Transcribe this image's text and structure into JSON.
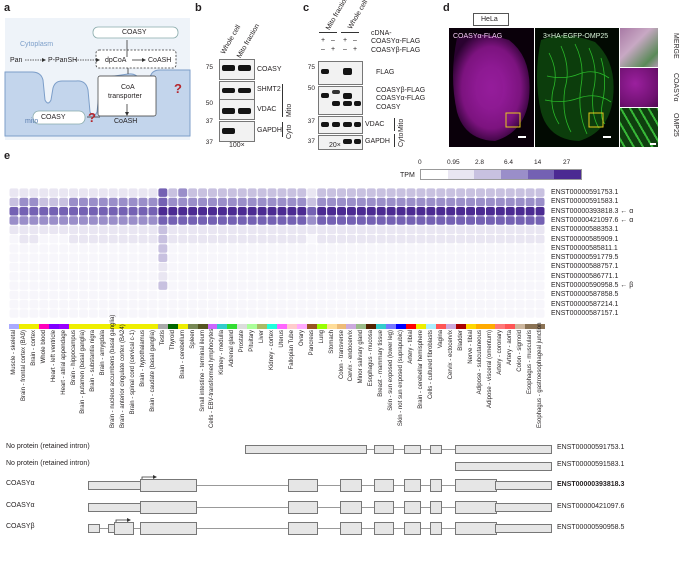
{
  "panels": {
    "a": "a",
    "b": "b",
    "c": "c",
    "d": "d",
    "e": "e"
  },
  "panel_a": {
    "cytoplasm": "Cytoplasm",
    "mito": "mito",
    "coasy_top": "COASY",
    "pan": "Pan",
    "ppansh": "P-PanSH",
    "dpcoa": "dpCoA",
    "coash_top": "CoASH",
    "transporter": "CoA\ntransporter",
    "coa_transporter_1": "CoA",
    "coa_transporter_2": "transporter",
    "coasy_mito": "COASY",
    "coash_mito": "CoASH",
    "q1": "?",
    "q2": "?"
  },
  "panel_b": {
    "lanes": [
      "Whole cell",
      "Mito fraction"
    ],
    "markers": [
      "75",
      "50",
      "37",
      "37"
    ],
    "proteins": [
      "COASY",
      "SHMT2",
      "VDAC",
      "GAPDH"
    ],
    "groups": {
      "mito": "Mito",
      "cyto": "Cyto"
    },
    "scale": "100×"
  },
  "panel_c": {
    "lanes": [
      "Mito fraction",
      "Whole cell"
    ],
    "cdna_label": "cDNA-",
    "row1_label": "COASYα-FLAG",
    "row2_label": "COASYβ-FLAG",
    "row1_signs": [
      "+",
      "–",
      "+",
      "–"
    ],
    "row2_signs": [
      "–",
      "+",
      "–",
      "+"
    ],
    "markers": [
      "75",
      "50",
      "37",
      "37"
    ],
    "proteins": [
      "FLAG",
      "COASYβ-FLAG",
      "COASYα-FLAG",
      "COASY",
      "VDAC",
      "GAPDH"
    ],
    "groups": {
      "mito": "Mito",
      "cyto": "Cyto"
    },
    "scale": "20×"
  },
  "panel_d": {
    "cell_line": "HeLa",
    "left_label": "COASYα-FLAG",
    "right_label": "3×HA-EGFP-OMP25",
    "side_labels": [
      "MERGE",
      "COASYα",
      "OMP25"
    ]
  },
  "panel_e": {
    "tpm_label": "TPM",
    "tpm_ticks": [
      "0",
      "0.95",
      "2.8",
      "6.4",
      "14",
      "27"
    ],
    "tpm_colors": [
      "#ffffff",
      "#e9e6f2",
      "#c8c1e0",
      "#9a8ec9",
      "#7461b3",
      "#4b2a92"
    ],
    "transcripts": [
      "ENST00000591753.1",
      "ENST00000591583.1",
      "ENST00000393818.3",
      "ENST00000421097.6",
      "ENST00000588353.1",
      "ENST00000585909.1",
      "ENST00000585811.1",
      "ENST00000591779.5",
      "ENST00000588757.1",
      "ENST00000586771.1",
      "ENST00000590958.5",
      "ENST00000587858.5",
      "ENST00000587214.1",
      "ENST00000587157.1"
    ],
    "transcript_marks": {
      "2": "α",
      "3": "α",
      "10": "β"
    },
    "tissues": [
      "Muscle - skeletal",
      "Brain - frontal cortex (BA9)",
      "Brain - cortex",
      "Whole blood",
      "Heart - left ventricle",
      "Heart - atrial appendage",
      "Brain - hippocampus",
      "Brain - putamen (basal ganglia)",
      "Brain - substantia nigra",
      "Brain - amygdala",
      "Brain - nucleus accumbens (basal ganglia)",
      "Brain - anterior cingulate cortex (BA24)",
      "Brain - spinal cord (cervical c-1)",
      "Brain - hypothalamus",
      "Brain - caudate (basal ganglia)",
      "Testis",
      "Thyroid",
      "Brain - cerebellum",
      "Spleen",
      "Small intestine - terminal ileum",
      "Cells - EBV-transformed lymphocytes",
      "Kidney - medulla",
      "Adrenal gland",
      "Prostate",
      "Pituitary",
      "Liver",
      "Kidney - cortex",
      "Uterus",
      "Fallopian Tube",
      "Ovary",
      "Pancreas",
      "Lung",
      "Stomach",
      "Colon - transverse",
      "Cervix - endocervix",
      "Minor salivary gland",
      "Esophagus - mucosa",
      "Breast - mammary tissue",
      "Skin - sun exposed (lower leg)",
      "Skin - not sun exposed (suprapubic)",
      "Artery - tibial",
      "Brain - cerebellar hemisphere",
      "Cells - cultured fibroblasts",
      "Vagina",
      "Cervix - ectocervix",
      "Bladder",
      "Nerve - tibial",
      "Adipose - subcutaneous",
      "Adipose - visceral (omentum)",
      "Artery - coronary",
      "Artery - aorta",
      "Colon - sigmoid",
      "Esophagus - muscularis",
      "Esophagus - gastroesophageal junction"
    ],
    "tissue_colors": [
      "#aaaaff",
      "#eeee00",
      "#eeee00",
      "#ff00bb",
      "#7f00ff",
      "#9900ff",
      "#eeee00",
      "#eeee00",
      "#eeee00",
      "#eeee00",
      "#eeee00",
      "#eeee00",
      "#eeee00",
      "#eeee00",
      "#eeee00",
      "#aaaaaa",
      "#006600",
      "#eeee00",
      "#778855",
      "#555522",
      "#cc66ff",
      "#33cccc",
      "#33dd33",
      "#dddddd",
      "#aaff99",
      "#aabb66",
      "#22ffdd",
      "#ff66ff",
      "#ffcccc",
      "#ffaaff",
      "#995522",
      "#99ff00",
      "#ffdd99",
      "#eebb77",
      "#ccaadd",
      "#99bb88",
      "#552200",
      "#33cccc",
      "#7777ff",
      "#0000ff",
      "#ff0000",
      "#eeee00",
      "#aaeeff",
      "#ff5555",
      "#ccaadd",
      "#aa0000",
      "#ffd700",
      "#ffaa00",
      "#ffaa00",
      "#ff7777",
      "#ff5555",
      "#cdb79e",
      "#8b7355",
      "#8b7355"
    ]
  },
  "chart_data": {
    "type": "heatmap",
    "title": "",
    "rows": [
      "ENST00000591753.1",
      "ENST00000591583.1",
      "ENST00000393818.3",
      "ENST00000421097.6",
      "ENST00000588353.1",
      "ENST00000585909.1",
      "ENST00000585811.1",
      "ENST00000591779.5",
      "ENST00000588757.1",
      "ENST00000586771.1",
      "ENST00000590958.5",
      "ENST00000587858.5",
      "ENST00000587214.1",
      "ENST00000587157.1"
    ],
    "colorbar_label": "TPM",
    "colorbar_ticks": [
      0,
      0.95,
      2.8,
      6.4,
      14,
      27
    ],
    "row_levels": [
      [
        1,
        1,
        1,
        1,
        1,
        1,
        1,
        1,
        1,
        1,
        1,
        1,
        1,
        1,
        1,
        4,
        2,
        3,
        2,
        2,
        2,
        2,
        2,
        2,
        2,
        2,
        2,
        2,
        2,
        2,
        1,
        2,
        2,
        2,
        2,
        2,
        2,
        2,
        2,
        2,
        2,
        2,
        2,
        2,
        2,
        2,
        2,
        2,
        2,
        2,
        2,
        2,
        2,
        2
      ],
      [
        2,
        3,
        3,
        2,
        2,
        2,
        3,
        3,
        3,
        3,
        3,
        3,
        3,
        3,
        3,
        4,
        3,
        3,
        3,
        3,
        3,
        3,
        3,
        3,
        3,
        3,
        3,
        3,
        3,
        3,
        2,
        3,
        3,
        3,
        3,
        3,
        3,
        3,
        3,
        3,
        3,
        3,
        3,
        3,
        3,
        3,
        3,
        3,
        3,
        3,
        3,
        3,
        3,
        3
      ],
      [
        4,
        4,
        4,
        4,
        4,
        4,
        4,
        4,
        4,
        4,
        4,
        4,
        4,
        4,
        4,
        5,
        5,
        5,
        5,
        5,
        5,
        5,
        5,
        5,
        5,
        5,
        5,
        5,
        5,
        5,
        4,
        5,
        5,
        5,
        5,
        5,
        5,
        5,
        5,
        5,
        5,
        5,
        5,
        5,
        5,
        5,
        5,
        5,
        5,
        5,
        5,
        5,
        5,
        5
      ],
      [
        3,
        3,
        3,
        3,
        3,
        3,
        3,
        3,
        3,
        3,
        3,
        3,
        3,
        3,
        3,
        4,
        4,
        4,
        4,
        4,
        4,
        4,
        4,
        4,
        4,
        4,
        4,
        4,
        4,
        4,
        3,
        4,
        4,
        4,
        4,
        4,
        4,
        4,
        4,
        4,
        4,
        4,
        4,
        4,
        4,
        4,
        4,
        4,
        4,
        4,
        4,
        4,
        4,
        4
      ],
      [
        1,
        1,
        1,
        1,
        1,
        1,
        1,
        1,
        1,
        1,
        1,
        1,
        1,
        1,
        1,
        2,
        1,
        1,
        1,
        1,
        1,
        1,
        1,
        1,
        1,
        1,
        1,
        1,
        1,
        1,
        1,
        1,
        1,
        1,
        1,
        1,
        1,
        1,
        1,
        1,
        1,
        1,
        1,
        1,
        1,
        1,
        1,
        1,
        1,
        1,
        1,
        1,
        1,
        1
      ],
      [
        0,
        1,
        1,
        0,
        0,
        0,
        1,
        1,
        1,
        1,
        1,
        1,
        1,
        1,
        1,
        2,
        1,
        1,
        1,
        1,
        1,
        1,
        1,
        1,
        1,
        1,
        1,
        1,
        1,
        1,
        0,
        1,
        1,
        1,
        1,
        1,
        1,
        1,
        1,
        1,
        1,
        1,
        1,
        1,
        1,
        1,
        1,
        1,
        1,
        1,
        1,
        1,
        1,
        1
      ],
      [
        0,
        0,
        0,
        0,
        0,
        0,
        0,
        0,
        0,
        0,
        0,
        0,
        0,
        0,
        0,
        2,
        0,
        0,
        0,
        0,
        0,
        0,
        0,
        0,
        0,
        0,
        0,
        0,
        0,
        0,
        0,
        0,
        0,
        0,
        0,
        0,
        0,
        0,
        0,
        0,
        0,
        0,
        0,
        0,
        0,
        0,
        0,
        0,
        0,
        0,
        0,
        0,
        0,
        0
      ],
      [
        0,
        0,
        0,
        0,
        0,
        0,
        0,
        0,
        0,
        0,
        0,
        0,
        0,
        0,
        0,
        2,
        0,
        0,
        0,
        0,
        0,
        0,
        0,
        0,
        0,
        0,
        0,
        0,
        0,
        0,
        0,
        0,
        0,
        0,
        0,
        0,
        0,
        0,
        0,
        0,
        0,
        0,
        0,
        0,
        0,
        0,
        0,
        0,
        0,
        0,
        0,
        0,
        0,
        0
      ],
      [
        0,
        0,
        0,
        0,
        0,
        0,
        0,
        0,
        0,
        0,
        0,
        0,
        0,
        0,
        0,
        1,
        0,
        0,
        0,
        0,
        0,
        0,
        0,
        0,
        0,
        0,
        0,
        0,
        0,
        0,
        0,
        0,
        0,
        0,
        0,
        0,
        0,
        0,
        0,
        0,
        0,
        0,
        0,
        0,
        0,
        0,
        0,
        0,
        0,
        0,
        0,
        0,
        0,
        0
      ],
      [
        0,
        0,
        0,
        0,
        0,
        0,
        0,
        0,
        0,
        0,
        0,
        0,
        0,
        0,
        0,
        1,
        0,
        0,
        0,
        0,
        0,
        0,
        0,
        0,
        0,
        0,
        0,
        0,
        0,
        0,
        0,
        0,
        0,
        0,
        0,
        0,
        0,
        0,
        0,
        0,
        0,
        0,
        0,
        0,
        0,
        0,
        0,
        0,
        0,
        0,
        0,
        0,
        0,
        0
      ],
      [
        0,
        0,
        0,
        0,
        0,
        0,
        0,
        0,
        0,
        0,
        0,
        0,
        0,
        0,
        0,
        2,
        0,
        0,
        0,
        0,
        0,
        0,
        0,
        0,
        0,
        0,
        0,
        0,
        0,
        0,
        0,
        0,
        0,
        0,
        0,
        0,
        0,
        0,
        0,
        0,
        0,
        0,
        0,
        0,
        0,
        0,
        0,
        0,
        0,
        0,
        0,
        0,
        0,
        0
      ],
      [
        0,
        0,
        0,
        0,
        0,
        0,
        0,
        0,
        0,
        0,
        0,
        0,
        0,
        0,
        0,
        0,
        0,
        0,
        0,
        0,
        0,
        0,
        0,
        0,
        0,
        0,
        0,
        0,
        0,
        0,
        0,
        0,
        0,
        0,
        0,
        0,
        0,
        0,
        0,
        0,
        0,
        0,
        0,
        0,
        0,
        0,
        0,
        0,
        0,
        0,
        0,
        0,
        0,
        0
      ],
      [
        0,
        0,
        0,
        0,
        0,
        0,
        0,
        0,
        0,
        0,
        0,
        0,
        0,
        0,
        0,
        0,
        0,
        0,
        0,
        0,
        0,
        0,
        0,
        0,
        0,
        0,
        0,
        0,
        0,
        0,
        0,
        0,
        0,
        0,
        0,
        0,
        0,
        0,
        0,
        0,
        0,
        0,
        0,
        0,
        0,
        0,
        0,
        0,
        0,
        0,
        0,
        0,
        0,
        0
      ],
      [
        0,
        0,
        0,
        0,
        0,
        0,
        0,
        0,
        0,
        0,
        0,
        0,
        0,
        0,
        0,
        0,
        0,
        0,
        0,
        0,
        0,
        0,
        0,
        0,
        0,
        0,
        0,
        0,
        0,
        0,
        0,
        0,
        0,
        0,
        0,
        0,
        0,
        0,
        0,
        0,
        0,
        0,
        0,
        0,
        0,
        0,
        0,
        0,
        0,
        0,
        0,
        0,
        0,
        0
      ]
    ]
  },
  "structures": {
    "rows": [
      {
        "label": "No protein (retained intron)",
        "id": "ENST00000591753.1",
        "bold": false
      },
      {
        "label": "No protein (retained intron)",
        "id": "ENST00000591583.1",
        "bold": false
      },
      {
        "label": "COASYα",
        "id": "ENST00000393818.3",
        "bold": true
      },
      {
        "label": "COASYα",
        "id": "ENST00000421097.6",
        "bold": false
      },
      {
        "label": "COASYβ",
        "id": "ENST00000590958.5",
        "bold": false
      }
    ]
  }
}
